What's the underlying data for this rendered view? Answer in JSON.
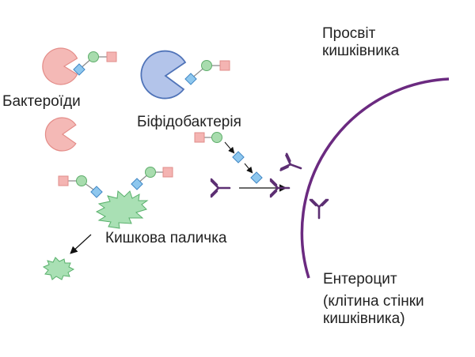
{
  "labels": {
    "lumen_line1": "Просвіт",
    "lumen_line2": "кишківника",
    "bacteroides": "Бактероїди",
    "bifidobacteria": "Біфідобактерія",
    "ecoli": "Кишкова паличка",
    "enterocyte_line1": "Ентероцит",
    "enterocyte_line2": "(клітина стінки",
    "enterocyte_line3": "кишківника)"
  },
  "colors": {
    "bacteroides_fill": "#f4b9b6",
    "bacteroides_stroke": "#e48c88",
    "bifido_fill": "#b3c4ea",
    "bifido_stroke": "#4f73b8",
    "ecoli_fill": "#a9e0b4",
    "ecoli_stroke": "#58b06b",
    "enterocyte_membrane": "#6b2a80",
    "antibody": "#5d2f73",
    "square_fill": "#f4b4b2",
    "circle_fill": "#a8dcae",
    "diamond_fill": "#8ec7ee"
  },
  "molecule_parts": [
    "square",
    "circle",
    "diamond"
  ]
}
